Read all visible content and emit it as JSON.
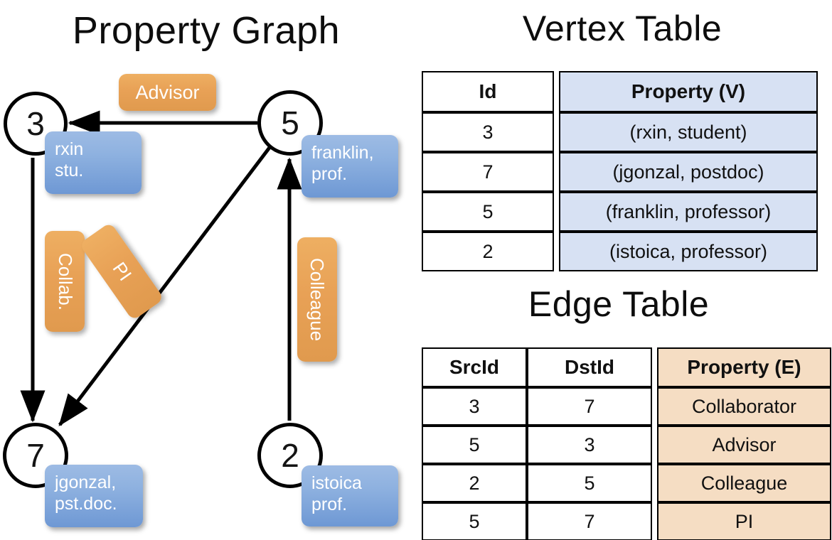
{
  "titles": {
    "property_graph": "Property Graph",
    "vertex_table": "Vertex Table",
    "edge_table": "Edge Table"
  },
  "graph": {
    "nodes": [
      {
        "id": "3",
        "property": "rxin\nstu."
      },
      {
        "id": "5",
        "property": "franklin,\nprof."
      },
      {
        "id": "7",
        "property": "jgonzal,\npst.doc."
      },
      {
        "id": "2",
        "property": "istoica\nprof."
      }
    ],
    "node_labels": {
      "n3": "3",
      "n5": "5",
      "n7": "7",
      "n2": "2"
    },
    "property_boxes": {
      "rxin_line1": "rxin",
      "rxin_line2": "stu.",
      "franklin_line1": "franklin,",
      "franklin_line2": "prof.",
      "jgonzal_line1": "jgonzal,",
      "jgonzal_line2": "pst.doc.",
      "istoica_line1": "istoica",
      "istoica_line2": "prof."
    },
    "edge_labels": {
      "advisor": "Advisor",
      "collab": "Collab.",
      "pi": "PI",
      "colleague": "Colleague"
    },
    "edges": [
      {
        "src": "3",
        "dst": "7",
        "label": "Collab."
      },
      {
        "src": "5",
        "dst": "3",
        "label": "Advisor"
      },
      {
        "src": "2",
        "dst": "5",
        "label": "Colleague"
      },
      {
        "src": "5",
        "dst": "7",
        "label": "PI"
      }
    ]
  },
  "vertex_table": {
    "headers": [
      "Id",
      "Property (V)"
    ],
    "rows": [
      {
        "id": "3",
        "property": "(rxin, student)"
      },
      {
        "id": "7",
        "property": "(jgonzal, postdoc)"
      },
      {
        "id": "5",
        "property": "(franklin, professor)"
      },
      {
        "id": "2",
        "property": "(istoica, professor)"
      }
    ]
  },
  "edge_table": {
    "headers": [
      "SrcId",
      "DstId",
      "Property (E)"
    ],
    "rows": [
      {
        "src": "3",
        "dst": "7",
        "property": "Collaborator"
      },
      {
        "src": "5",
        "dst": "3",
        "property": "Advisor"
      },
      {
        "src": "2",
        "dst": "5",
        "property": "Colleague"
      },
      {
        "src": "5",
        "dst": "7",
        "property": "PI"
      }
    ]
  },
  "colors": {
    "vertex_header_fill": "#d7e1f3",
    "vertex_cell_fill": "#d7e1f3",
    "edge_cell_fill": "#f5ddc3",
    "node_property_blue": "#8fb2e0",
    "edge_label_orange": "#e8a156",
    "stroke": "#000000",
    "background": "#ffffff"
  }
}
